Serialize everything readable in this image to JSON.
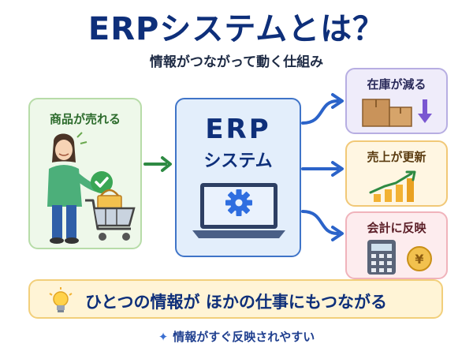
{
  "header": {
    "title": "ERPシステムとは？",
    "subtitle": "情報がつながって動く仕組み"
  },
  "left_panel": {
    "label": "商品が売れる",
    "icons": [
      "shopper-illustration",
      "cart-icon",
      "check-icon",
      "bag-icon"
    ]
  },
  "center_panel": {
    "title": "ERP",
    "subtitle": "システム",
    "icons": [
      "laptop-icon",
      "gear-icon"
    ]
  },
  "outputs": [
    {
      "label": "在庫が減る",
      "icon": "boxes-icon"
    },
    {
      "label": "売上が更新",
      "icon": "growth-chart-icon"
    },
    {
      "label": "会計に反映",
      "icon": "calculator-icon"
    }
  ],
  "banner": {
    "text": "ひとつの情報が ほかの仕事にもつながる",
    "icon": "lightbulb-icon"
  },
  "footer": {
    "text": "情報がすぐ反映されやすい",
    "icon": "sparkle-icon"
  },
  "colors": {
    "navy": "#0e2f7a",
    "blue_accent": "#2b63c9",
    "green": "#2e8a43",
    "purple": "#7a57d1",
    "gold": "#f2b233"
  }
}
